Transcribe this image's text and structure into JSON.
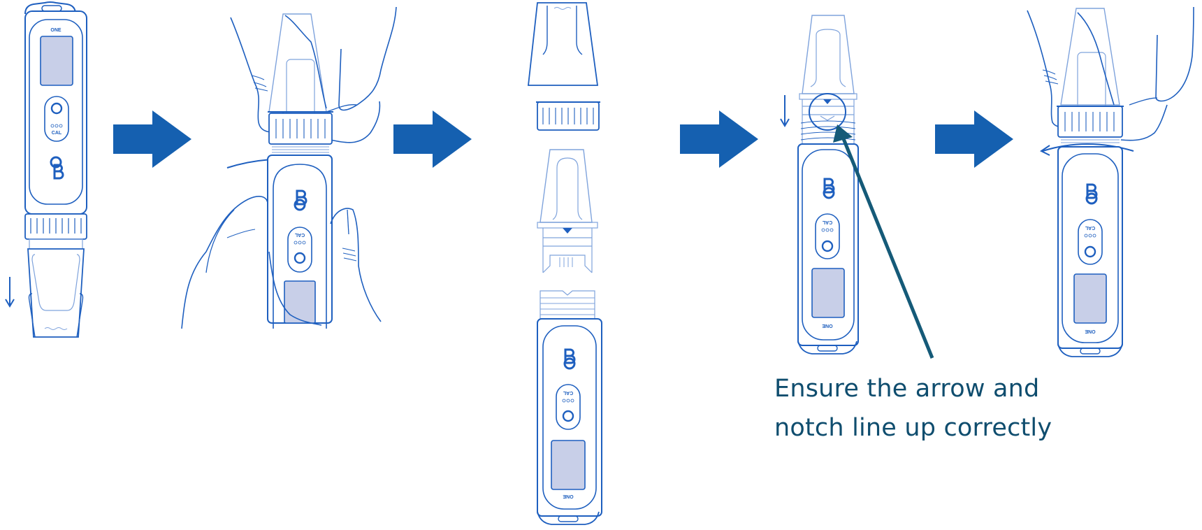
{
  "figure": {
    "title": "Cap replacement steps",
    "colors": {
      "line": "#1e5fbf",
      "line_light": "#7fa3dc",
      "flow_arrow": "#1560b0",
      "screen_fill": "#c8cfe8",
      "callout": "#155a78",
      "caption_text": "#0f4d6e"
    },
    "steps": [
      {
        "id": 1,
        "description": "Pull protective cap down off the meter",
        "device_label": "ONE",
        "button_label": "CAL",
        "direction_icon": "down-arrow"
      },
      {
        "id": 2,
        "description": "Twist collar while holding meter",
        "device_label": "CAL",
        "rotation_icon": "clockwise-arrow"
      },
      {
        "id": 3,
        "description": "Exploded view: cap, collar, sensor module, meter body",
        "device_label": "ONE",
        "button_label": "CAL"
      },
      {
        "id": 4,
        "description": "Push module down aligning arrow and notch",
        "device_label": "ONE",
        "button_label": "CAL",
        "direction_icon": "down-arrow"
      },
      {
        "id": 5,
        "description": "Twist collar to tighten",
        "device_label": "ONE",
        "button_label": "CAL",
        "rotation_icon": "counter-clockwise-arrow"
      }
    ],
    "flow_arrows": 4,
    "callout": {
      "lines": [
        "Ensure the arrow and",
        "notch line up correctly"
      ]
    }
  }
}
